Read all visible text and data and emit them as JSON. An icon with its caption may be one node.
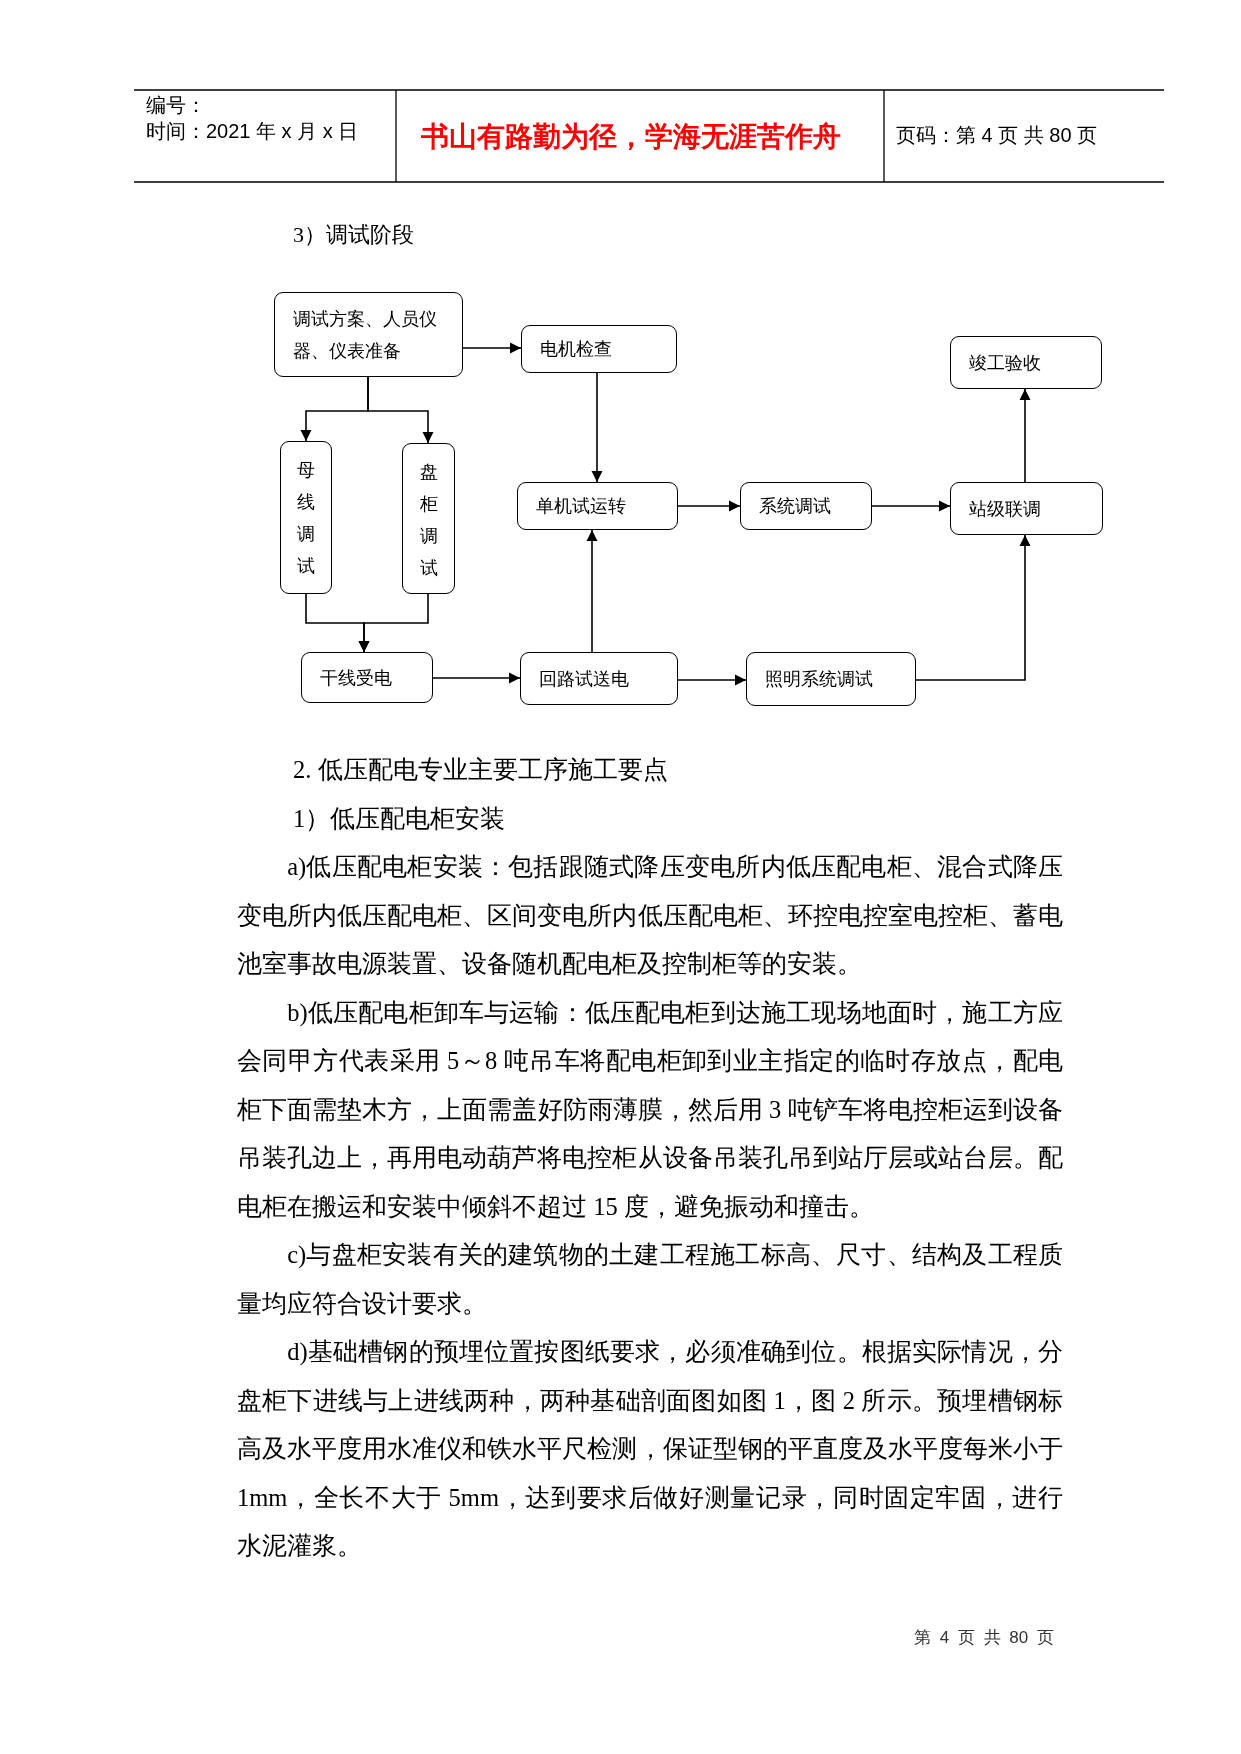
{
  "diagram": {
    "nodes": [
      {
        "text": [
          "调试方案、人员仪器、仪表准备"
        ]
      },
      {
        "text": [
          "电机检查"
        ]
      },
      {
        "text": [
          "竣工验收"
        ]
      },
      {
        "text": [
          "母线调试"
        ]
      },
      {
        "text": [
          "盘柜调试"
        ]
      },
      {
        "text": [
          "单机试运转"
        ]
      },
      {
        "text": [
          "系统调试"
        ]
      },
      {
        "text": [
          "站级联调"
        ]
      },
      {
        "text": [
          "干线受电"
        ]
      },
      {
        "text": [
          "回路试送电"
        ]
      },
      {
        "text": [
          "照明系统调试"
        ]
      }
    ],
    "edges": [
      {
        "from": 0,
        "to": 1,
        "arrow": "to"
      },
      {
        "from": 0,
        "to": 3,
        "arrow": "to"
      },
      {
        "from": 0,
        "to": 4,
        "arrow": "to"
      },
      {
        "from": 1,
        "to": 5,
        "arrow": "to"
      },
      {
        "from": 3,
        "to": 8,
        "arrow": "to"
      },
      {
        "from": 4,
        "to": 8,
        "arrow": "to"
      },
      {
        "from": 5,
        "to": 6,
        "arrow": "to"
      },
      {
        "from": 6,
        "to": 7,
        "arrow": "to"
      },
      {
        "from": 7,
        "to": 2,
        "arrow": "to"
      },
      {
        "from": 8,
        "to": 9,
        "arrow": "to"
      },
      {
        "from": 9,
        "to": 5,
        "arrow": "to"
      },
      {
        "from": 9,
        "to": 10,
        "arrow": "to"
      },
      {
        "from": 10,
        "to": 7,
        "arrow": "to"
      }
    ],
    "labels": [
      "编号：",
      "时间：2021 年 x 月 x 日",
      "书山有路勤为径，学海无涯苦作舟",
      "页码：第 4 页 共 80 页",
      "3）调试阶段",
      "2. 低压配电专业主要工序施工要点",
      "1）低压配电柜安装",
      "a)低压配电柜安装：包括跟随式降压变电所内低压配电柜、混合式降压变电所内低压配电柜、区间变电所内低压配电柜、环控电控室电控柜、蓄电池室事故电源装置、设备随机配电柜及控制柜等的安装。",
      "b)低压配电柜卸车与运输：低压配电柜到达施工现场地面时，施工方应会同甲方代表采用 5～8 吨吊车将配电柜卸到业主指定的临时存放点，配电柜下面需垫木方，上面需盖好防雨薄膜，然后用 3 吨铲车将电控柜运到设备吊装孔边上，再用电动葫芦将电控柜从设备吊装孔吊到站厅层或站台层。配电柜在搬运和安装中倾斜不超过 15 度，避免振动和撞击。",
      "c)与盘柜安装有关的建筑物的土建工程施工标高、尺寸、结构及工程质量均应符合设计要求。",
      "d)基础槽钢的预埋位置按图纸要求，必须准确到位。根据实际情况，分盘柜下进线与上进线两种，两种基础剖面图如图 1，图 2 所示。预埋槽钢标高及水平度用水准仪和铁水平尺检测，保证型钢的平直度及水平度每米小于 1mm，全长不大于 5mm，达到要求后做好测量记录，同时固定牢固，进行水泥灌浆。",
      "第 4 页 共 80 页"
    ]
  }
}
